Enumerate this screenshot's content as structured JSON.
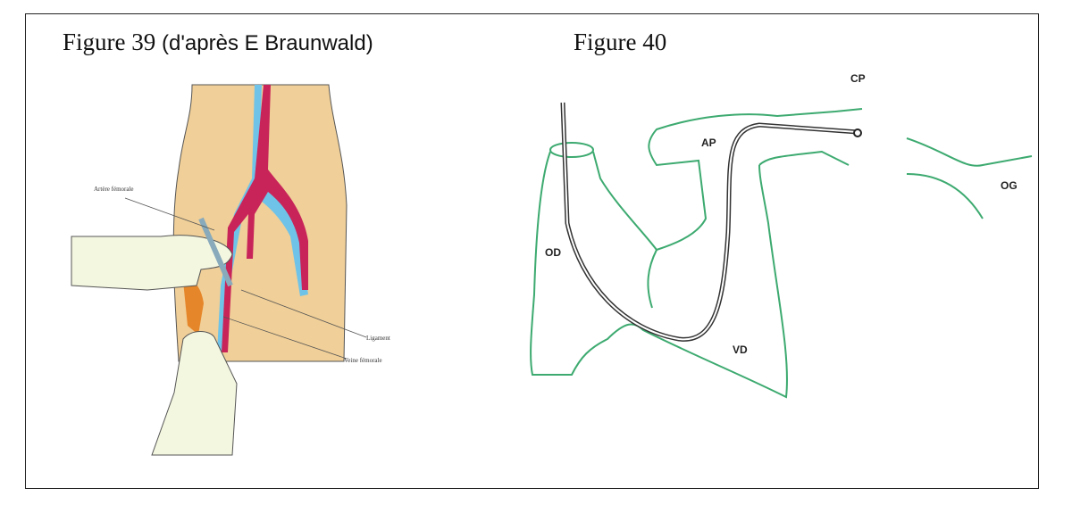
{
  "figure39": {
    "title": "Figure 39",
    "credit": "(d'après E Braunwald)",
    "labels": {
      "artery": "Artère fémorale",
      "ligament": "Ligament",
      "vein": "Veine fémorale"
    }
  },
  "figure40": {
    "title": "Figure 40",
    "labels": {
      "cp": "CP",
      "ap": "AP",
      "og": "OG",
      "od": "OD",
      "vd": "VD"
    }
  }
}
